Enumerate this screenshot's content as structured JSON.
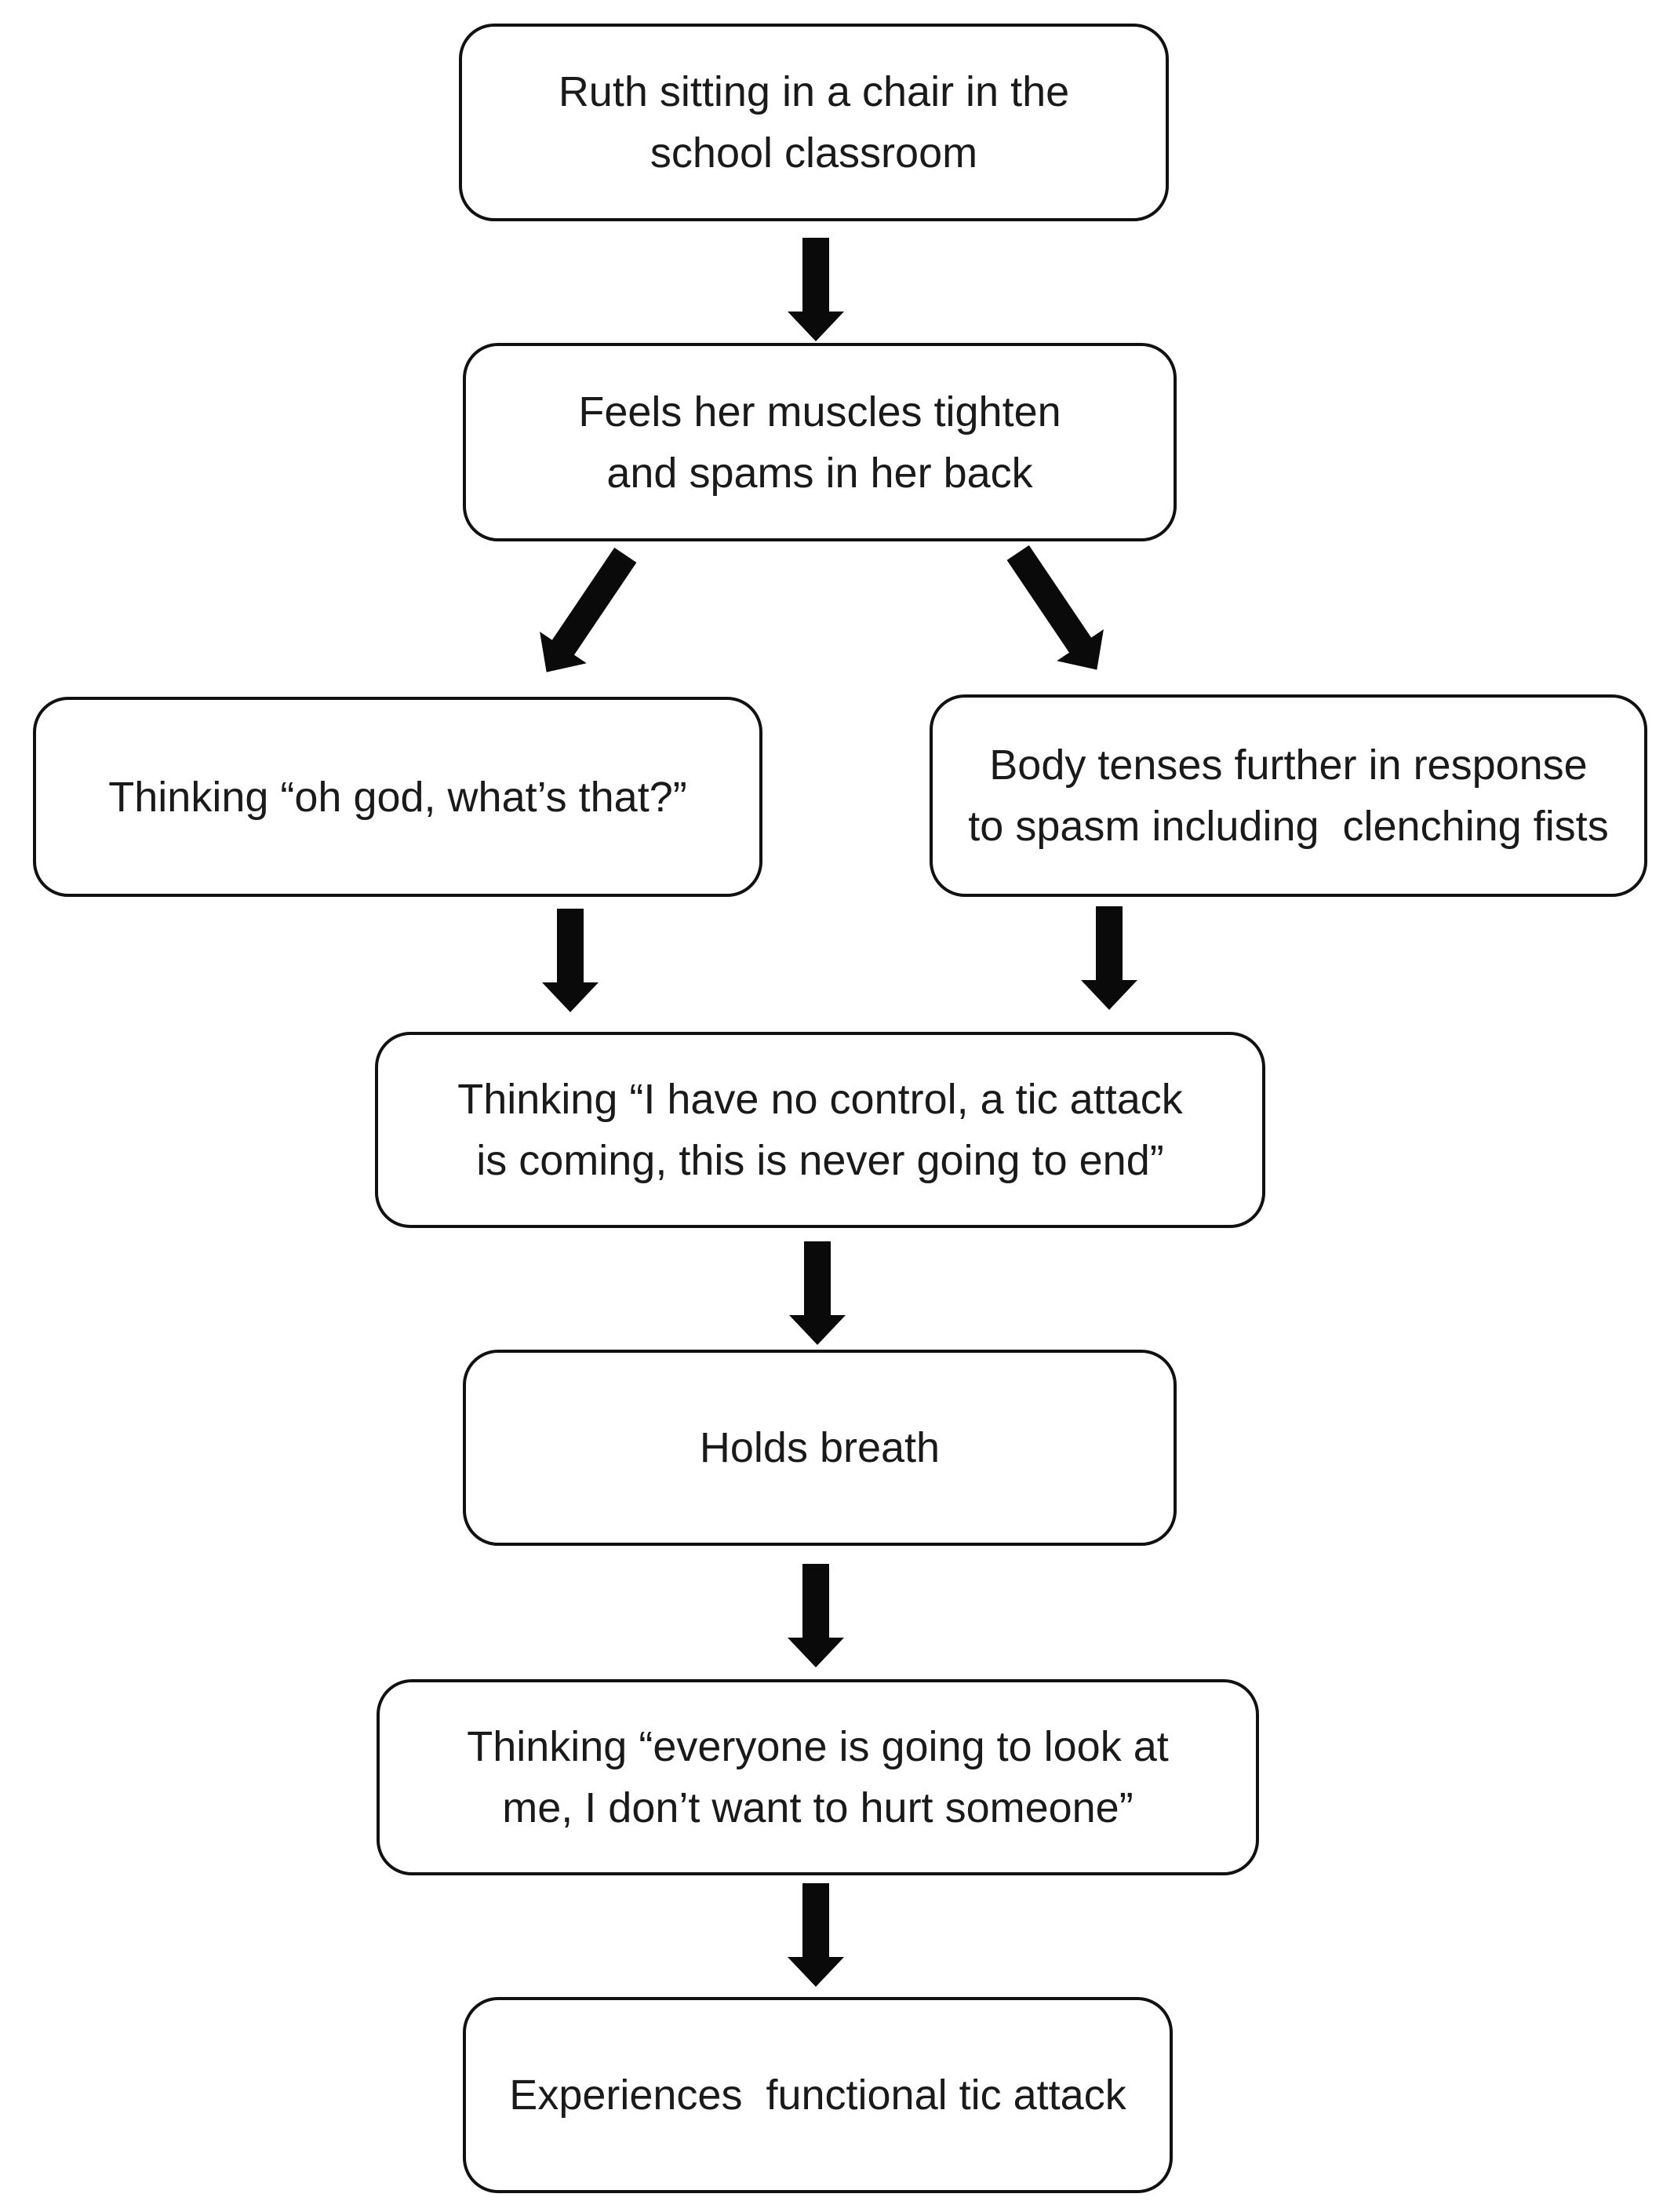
{
  "diagram": {
    "type": "flowchart",
    "title": "",
    "colors": {
      "background": "#ffffff",
      "box_fill": "#ffffff",
      "box_border": "#111111",
      "text": "#1a1a1a",
      "arrow": "#0a0a0a"
    },
    "nodes": [
      {
        "id": "start",
        "lines": [
          "Ruth sitting in a chair in the",
          "school classroom"
        ]
      },
      {
        "id": "sensation",
        "lines": [
          "Feels her muscles tighten",
          "and spams in her back"
        ]
      },
      {
        "id": "thought-what",
        "lines": [
          "Thinking “oh god, what’s that?”",
          ""
        ]
      },
      {
        "id": "body-tenses",
        "lines": [
          "Body tenses further in response",
          "to spasm including  clenching fists"
        ]
      },
      {
        "id": "thought-no-control",
        "lines": [
          "Thinking “I have no control, a tic attack",
          "is coming, this is never going to end”"
        ]
      },
      {
        "id": "holds-breath",
        "lines": [
          "Holds breath",
          ""
        ]
      },
      {
        "id": "thought-everyone",
        "lines": [
          "Thinking “everyone is going to look at",
          "me, I don’t want to hurt someone”"
        ]
      },
      {
        "id": "outcome",
        "lines": [
          "Experiences  functional tic attack",
          ""
        ]
      }
    ],
    "edges": [
      {
        "from": "start",
        "to": "sensation",
        "direction": "down"
      },
      {
        "from": "sensation",
        "to": "thought-what",
        "direction": "down-left"
      },
      {
        "from": "sensation",
        "to": "body-tenses",
        "direction": "down-right"
      },
      {
        "from": "thought-what",
        "to": "thought-no-control",
        "direction": "down"
      },
      {
        "from": "body-tenses",
        "to": "thought-no-control",
        "direction": "down"
      },
      {
        "from": "thought-no-control",
        "to": "holds-breath",
        "direction": "down"
      },
      {
        "from": "holds-breath",
        "to": "thought-everyone",
        "direction": "down"
      },
      {
        "from": "thought-everyone",
        "to": "outcome",
        "direction": "down"
      }
    ]
  }
}
